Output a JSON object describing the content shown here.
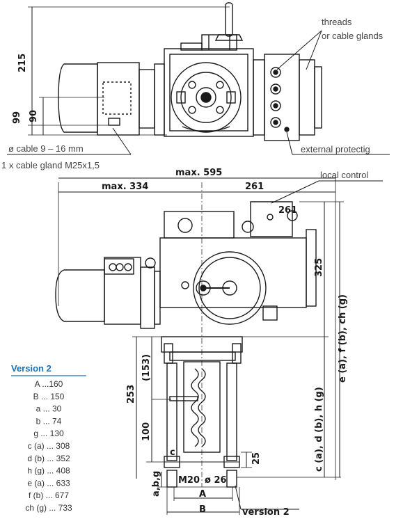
{
  "callouts": {
    "threads": "threads",
    "cable_glands": "or cable glands",
    "cable_diameter": "ø cable 9 – 16 mm",
    "cable_gland": "1 x cable gland M25x1,5",
    "external_protection": "external protectig",
    "local_control": "local control",
    "version_label": "version 2"
  },
  "dimensions": {
    "top_height": "215",
    "d99": "99",
    "d90": "90",
    "max595": "max. 595",
    "max334": "max. 334",
    "d261_top": "261",
    "d261_mid": "261",
    "d325": "325",
    "d253": "253",
    "d153": "(153)",
    "d100": "100",
    "d25": "25",
    "dim_a_b_g": "a,b,g",
    "thread": "M20",
    "diameter": "ø 26",
    "dim_A": "A",
    "dim_B": "B",
    "dim_c_label": "c",
    "dim_cdh": "c (a), d (b), h (g)",
    "dim_efch": "e (a), f (b), ch (g)"
  },
  "version_table": {
    "title": "Version 2",
    "rows": [
      "A ...160",
      "B ... 150",
      "a ... 30",
      "b ... 74",
      "g ... 130",
      "c (a) ... 308",
      "d (b) ... 352",
      "h (g) ... 408",
      "e (a) ... 633",
      "f (b) ... 677",
      "ch (g) ... 733"
    ]
  },
  "colors": {
    "accent": "#1a6fb3"
  }
}
